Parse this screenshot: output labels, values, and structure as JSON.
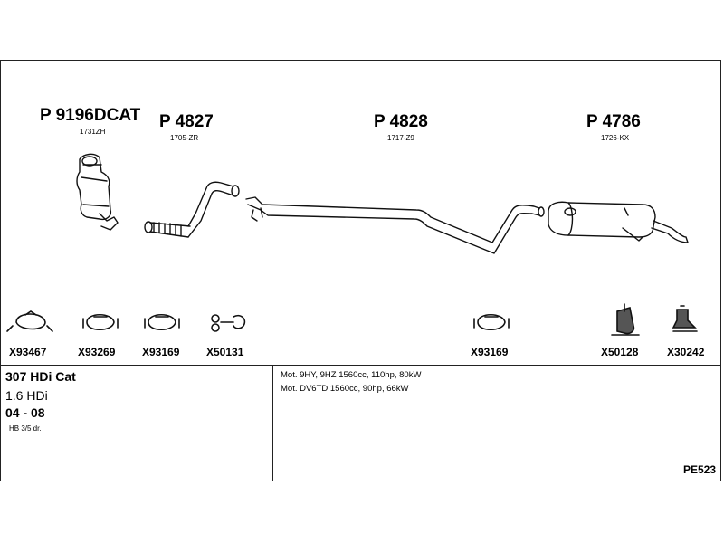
{
  "parts": [
    {
      "code": "P 9196DCAT",
      "sub": "1731ZH"
    },
    {
      "code": "P 4827",
      "sub": "1705-ZR"
    },
    {
      "code": "P 4828",
      "sub": "1717-Z9"
    },
    {
      "code": "P 4786",
      "sub": "1726-KX"
    }
  ],
  "accessories": [
    {
      "code": "X93467",
      "icon": "clamp-icon"
    },
    {
      "code": "X93269",
      "icon": "clamp-icon"
    },
    {
      "code": "X93169",
      "icon": "clamp-icon"
    },
    {
      "code": "X50131",
      "icon": "bolt-spring-icon"
    },
    {
      "code": "X93169",
      "icon": "clamp-icon"
    },
    {
      "code": "X50128",
      "icon": "rubber-mount-icon"
    },
    {
      "code": "X30242",
      "icon": "hanger-bracket-icon"
    }
  ],
  "vehicle": {
    "model": "307 HDi Cat",
    "engine": "1.6 HDi",
    "years": "04 - 08",
    "body": "HB 3/5 dr."
  },
  "engines": [
    "Mot. 9HY, 9HZ 1560cc, 110hp, 80kW",
    "Mot. DV6TD 1560cc, 90hp, 66kW"
  ],
  "system_code": "PE523"
}
